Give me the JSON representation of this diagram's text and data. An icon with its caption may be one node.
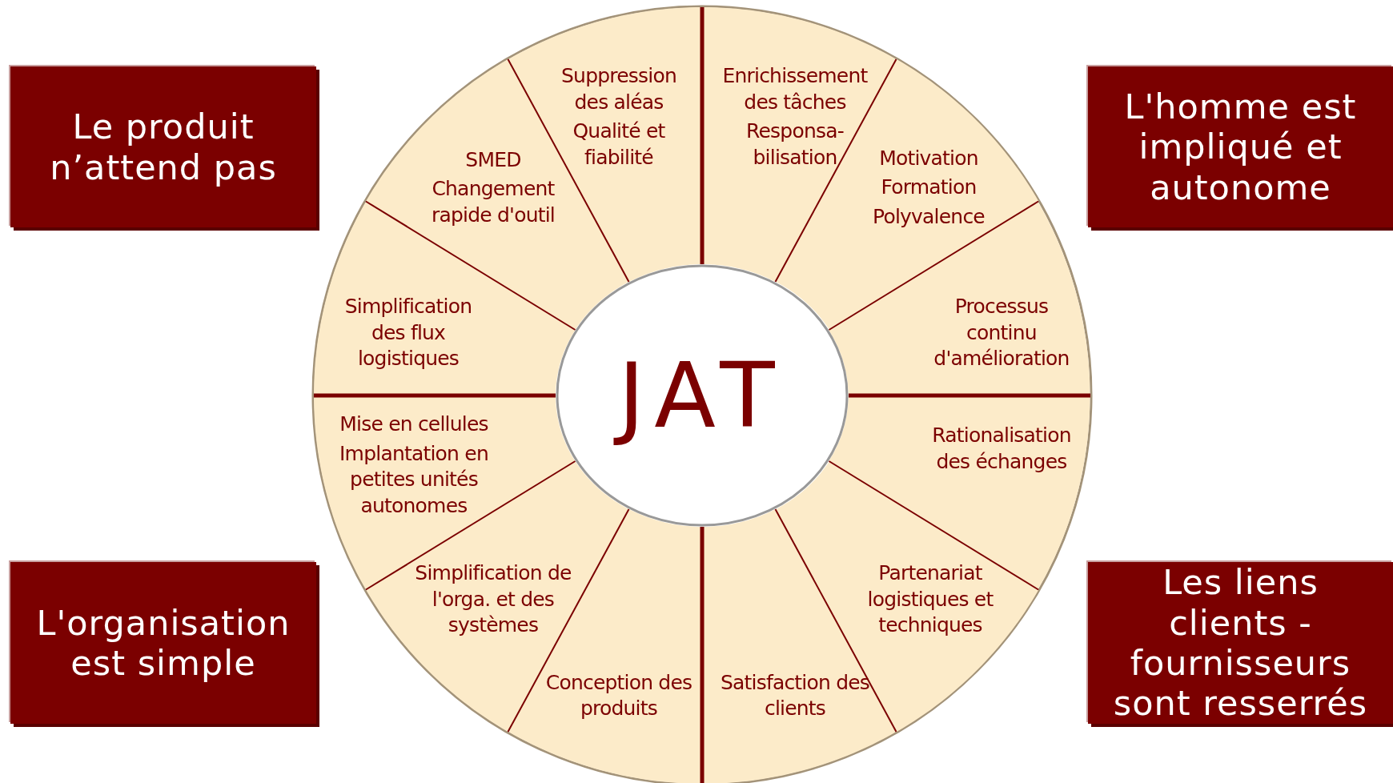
{
  "diagram": {
    "nodes": [
      {
        "text": [
          "Le produit n’attend pas"
        ]
      },
      {
        "text": [
          "L'homme est impliqué et autonome"
        ]
      },
      {
        "text": [
          "L'organisation est simple"
        ]
      },
      {
        "text": [
          "Les liens clients - fournisseurs sont resserrés"
        ]
      },
      {
        "text": [
          "JAT"
        ]
      },
      {
        "text": [
          "Enrichissement des tâches",
          "Responsa- bilisation"
        ]
      },
      {
        "text": [
          "Motivation",
          "Formation",
          "Polyvalence"
        ]
      },
      {
        "text": [
          "Processus continu d'amélioration"
        ]
      },
      {
        "text": [
          "Rationalisation des échanges"
        ]
      },
      {
        "text": [
          "Partenariat logistiques et techniques"
        ]
      },
      {
        "text": [
          "Satisfaction des clients"
        ]
      },
      {
        "text": [
          "Conception des produits"
        ]
      },
      {
        "text": [
          "Simplification de l'orga. et des systèmes"
        ]
      },
      {
        "text": [
          "Mise en cellules",
          "Implantation en petites unités autonomes"
        ]
      },
      {
        "text": [
          "Simplification des flux logistiques"
        ]
      },
      {
        "text": [
          "SMED",
          "Changement rapide d'outil"
        ]
      },
      {
        "text": [
          "Suppression des aléas",
          "Qualité et fiabilité"
        ]
      }
    ]
  }
}
